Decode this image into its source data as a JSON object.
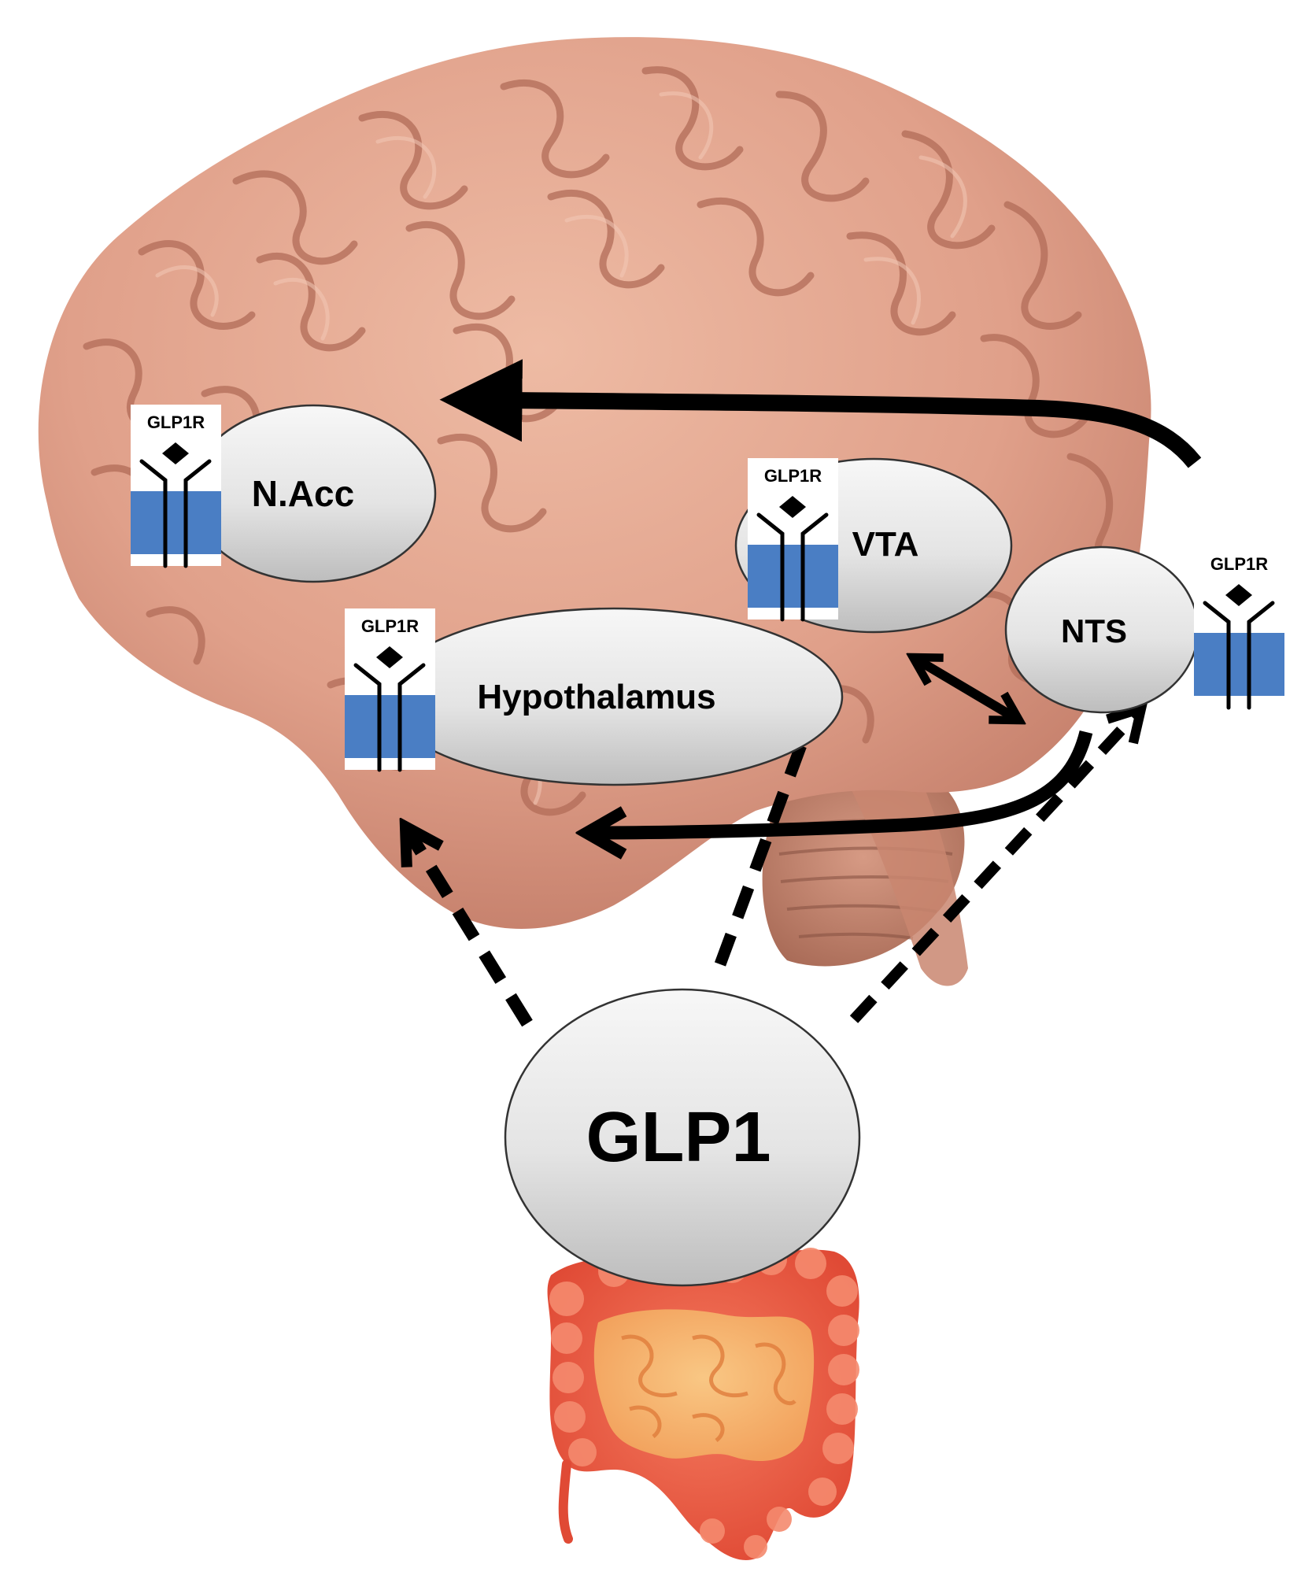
{
  "regions": {
    "nacc": {
      "label": "N.Acc"
    },
    "vta": {
      "label": "VTA"
    },
    "nts": {
      "label": "NTS"
    },
    "hypothalamus": {
      "label": "Hypothalamus"
    },
    "glp1": {
      "label": "GLP1"
    }
  },
  "receptor_label": "GLP1R",
  "colors": {
    "brain": "#e2a58d",
    "brain_fold": "#b9715c",
    "node_fill": "#dedede",
    "membrane": "#4a7ec4",
    "arrow": "#000000",
    "gut_outer": "#ee5b44",
    "gut_inner": "#f6b06d"
  }
}
